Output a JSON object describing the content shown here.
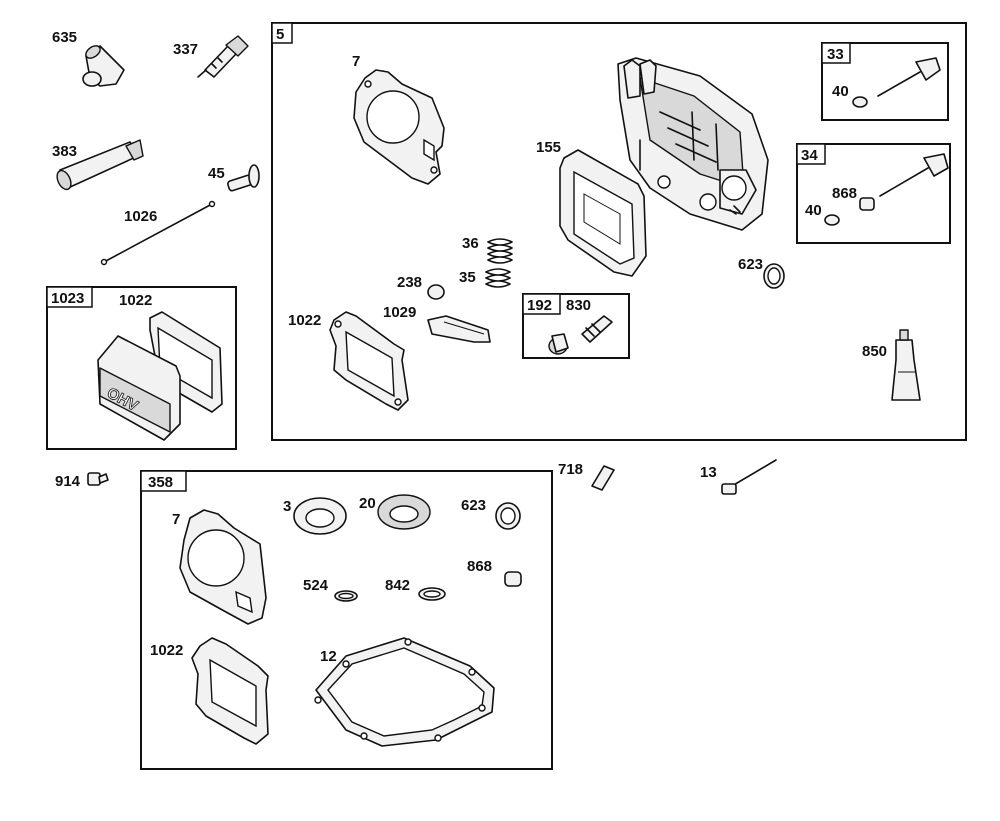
{
  "boxes": {
    "b5": "5",
    "b1023": "1023",
    "b358": "358",
    "b33": "33",
    "b34": "34",
    "b192": "192"
  },
  "labels": {
    "l635": "635",
    "l337": "337",
    "l383": "383",
    "l45": "45",
    "l1026": "1026",
    "l1022a": "1022",
    "l914": "914",
    "l7a": "7",
    "l155": "155",
    "l36": "36",
    "l35": "35",
    "l238": "238",
    "l1022b": "1022",
    "l1029": "1029",
    "l830": "830",
    "l623a": "623",
    "l850": "850",
    "l40a": "40",
    "l40b": "40",
    "l868a": "868",
    "l718": "718",
    "l13": "13",
    "l7b": "7",
    "l3": "3",
    "l20": "20",
    "l623b": "623",
    "l524": "524",
    "l842": "842",
    "l868b": "868",
    "l1022c": "1022",
    "l12": "12"
  },
  "part_text": {
    "ohv": "OHV"
  },
  "colors": {
    "ink": "#111111",
    "fill_light": "#f2f2f2",
    "fill_mid": "#d9d9d9",
    "background": "#ffffff"
  }
}
